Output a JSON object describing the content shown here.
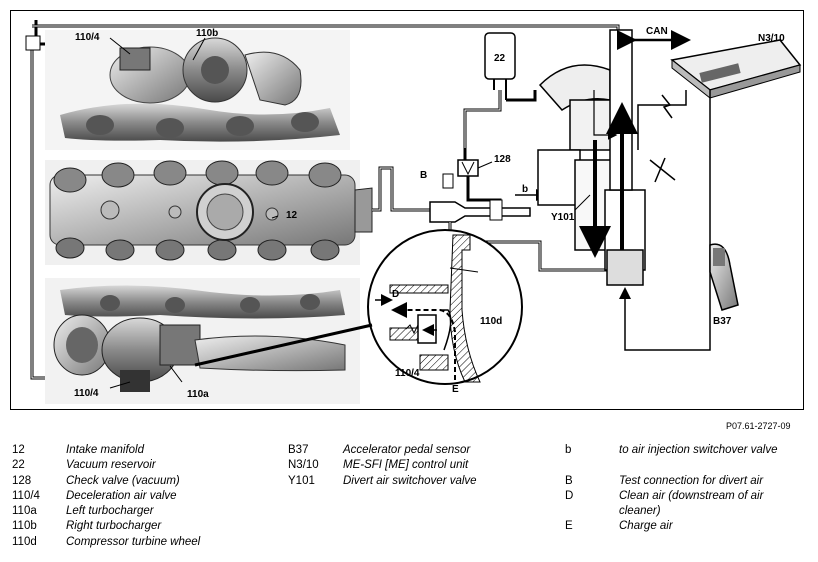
{
  "diagram": {
    "labels": {
      "l_110_4_top": "110/4",
      "l_110b": "110b",
      "l_22": "22",
      "l_can": "CAN",
      "l_n3_10": "N3/10",
      "l_b": "B",
      "l_128": "128",
      "l_b_small": "b",
      "l_12": "12",
      "l_y101": "Y101",
      "l_d": "D",
      "l_110d": "110d",
      "l_110_4_inset": "110/4",
      "l_e": "E",
      "l_b37": "B37",
      "l_110_4_bottom": "110/4",
      "l_110a": "110a"
    },
    "reference": "P07.61-2727-09"
  },
  "legend": {
    "col1": [
      {
        "code": "12",
        "desc": "Intake manifold"
      },
      {
        "code": "22",
        "desc": "Vacuum reservoir"
      },
      {
        "code": "128",
        "desc": "Check valve (vacuum)"
      },
      {
        "code": "110/4",
        "desc": "Deceleration air valve"
      },
      {
        "code": "110a",
        "desc": "Left turbocharger"
      },
      {
        "code": "110b",
        "desc": "Right turbocharger"
      },
      {
        "code": "110d",
        "desc": "Compressor turbine wheel"
      }
    ],
    "col2": [
      {
        "code": "B37",
        "desc": "Accelerator pedal sensor"
      },
      {
        "code": "N3/10",
        "desc": "ME-SFI [ME] control unit"
      },
      {
        "code": "Y101",
        "desc": "Divert air switchover valve"
      }
    ],
    "col3a": [
      {
        "code": "b",
        "desc": "to air injection switchover valve"
      }
    ],
    "col3b": [
      {
        "code": "B",
        "desc": "Test connection for divert air"
      },
      {
        "code": "D",
        "desc": "Clean air (downstream of air cleaner)"
      },
      {
        "code": "E",
        "desc": "Charge air"
      }
    ]
  }
}
